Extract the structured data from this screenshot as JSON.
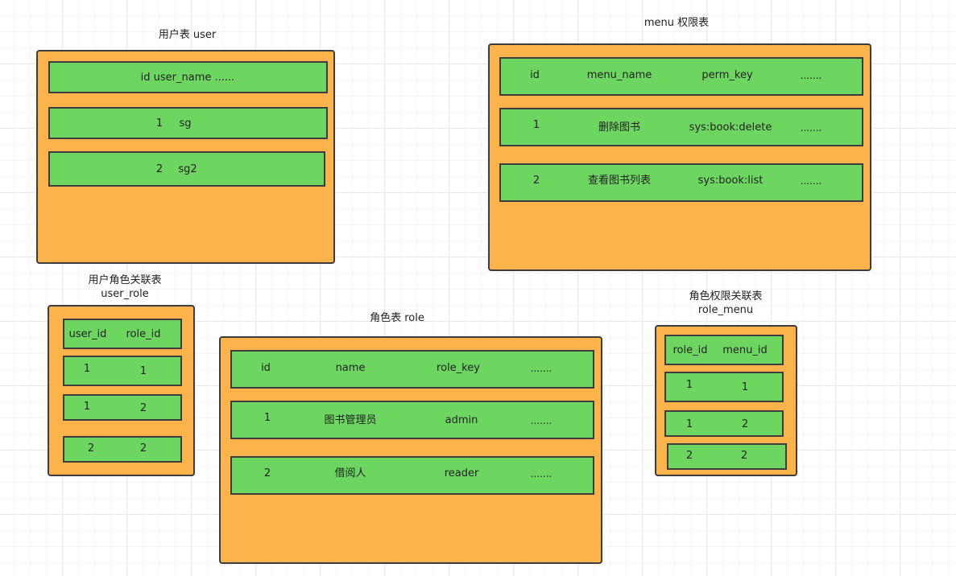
{
  "user": {
    "caption": "用户表  user",
    "rows": [
      [
        "id user_name ......"
      ],
      [
        "1",
        "sg"
      ],
      [
        "2",
        "sg2"
      ]
    ]
  },
  "menu": {
    "caption": "menu 权限表",
    "rows": [
      [
        "id",
        "menu_name",
        "perm_key",
        "......."
      ],
      [
        "1",
        "删除图书",
        "sys:book:delete",
        "......."
      ],
      [
        "2",
        "查看图书列表",
        "sys:book:list",
        "......."
      ]
    ]
  },
  "user_role": {
    "caption_line1": "用户角色关联表",
    "caption_line2": "user_role",
    "rows": [
      [
        "user_id",
        "role_id"
      ],
      [
        "1",
        "1"
      ],
      [
        "1",
        "2"
      ],
      [
        "2",
        "2"
      ]
    ]
  },
  "role": {
    "caption": "角色表   role",
    "rows": [
      [
        "id",
        "name",
        "role_key",
        "......."
      ],
      [
        "1",
        "图书管理员",
        "admin",
        "......."
      ],
      [
        "2",
        "借阅人",
        "reader",
        "......."
      ]
    ]
  },
  "role_menu": {
    "caption_line1": "角色权限关联表",
    "caption_line2": "role_menu",
    "rows": [
      [
        "role_id",
        "menu_id"
      ],
      [
        "1",
        "1"
      ],
      [
        "1",
        "2"
      ],
      [
        "2",
        "2"
      ]
    ]
  },
  "colors": {
    "table_fill": "#fdb34b",
    "row_fill": "#6cd660",
    "border": "#3d3d3d"
  }
}
